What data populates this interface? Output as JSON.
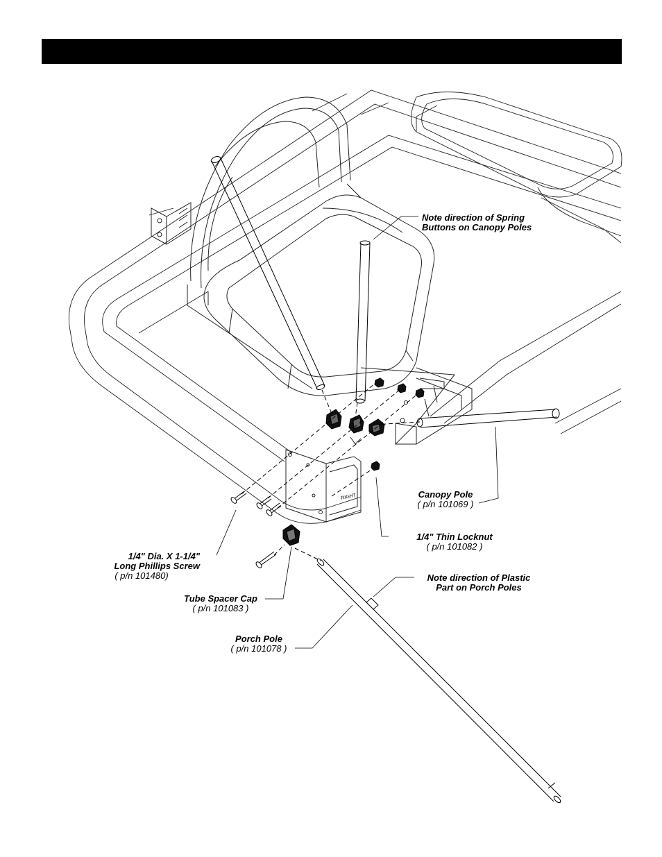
{
  "header": {
    "bar_color": "#000000"
  },
  "labels": {
    "spring_note": {
      "line1": "Note direction of Spring",
      "line2": "Buttons on Canopy Poles"
    },
    "canopy_pole": {
      "title": "Canopy Pole",
      "part": "( p/n 101069 )"
    },
    "thin_locknut": {
      "title": "1/4\" Thin Locknut",
      "part": "( p/n 101082 )"
    },
    "phillips_screw": {
      "line1": "1/4\" Dia. X 1-1/4\"",
      "line2": "Long Phillips Screw",
      "part": "( p/n 101480)"
    },
    "plastic_note": {
      "line1": "Note direction of Plastic",
      "line2": "Part on Porch Poles"
    },
    "spacer_cap": {
      "title": "Tube Spacer Cap",
      "part": "( p/n 101083 )"
    },
    "porch_pole": {
      "title": "Porch Pole",
      "part": "( p/n 101078 )"
    },
    "bracket_stamp": "RIGHT"
  },
  "icons": [
    "seat-icon",
    "frame-icon",
    "bracket-icon",
    "pole-icon",
    "screw-icon",
    "nut-icon",
    "cap-icon"
  ]
}
